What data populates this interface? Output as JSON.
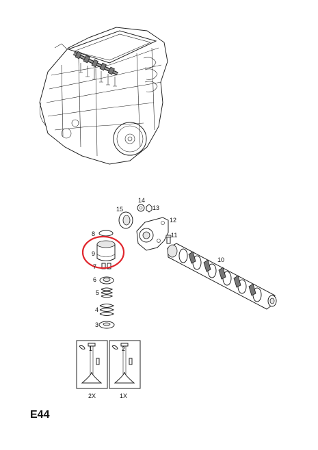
{
  "diagram": {
    "code": "E44",
    "highlight_color": "#e0262d",
    "highlighted_part": "9",
    "callouts": [
      {
        "id": "p15",
        "label": "15"
      },
      {
        "id": "p14",
        "label": "14"
      },
      {
        "id": "p13",
        "label": "13"
      },
      {
        "id": "p12",
        "label": "12"
      },
      {
        "id": "p11",
        "label": "11"
      },
      {
        "id": "p10",
        "label": "10"
      },
      {
        "id": "p8",
        "label": "8"
      },
      {
        "id": "p9",
        "label": "9"
      },
      {
        "id": "p7",
        "label": "7"
      },
      {
        "id": "p6",
        "label": "6"
      },
      {
        "id": "p5",
        "label": "5"
      },
      {
        "id": "p4",
        "label": "4"
      },
      {
        "id": "p3",
        "label": "3"
      },
      {
        "id": "p1",
        "label": "1"
      },
      {
        "id": "p2",
        "label": "2"
      }
    ],
    "quantities": {
      "left": "2X",
      "right": "1X"
    }
  }
}
